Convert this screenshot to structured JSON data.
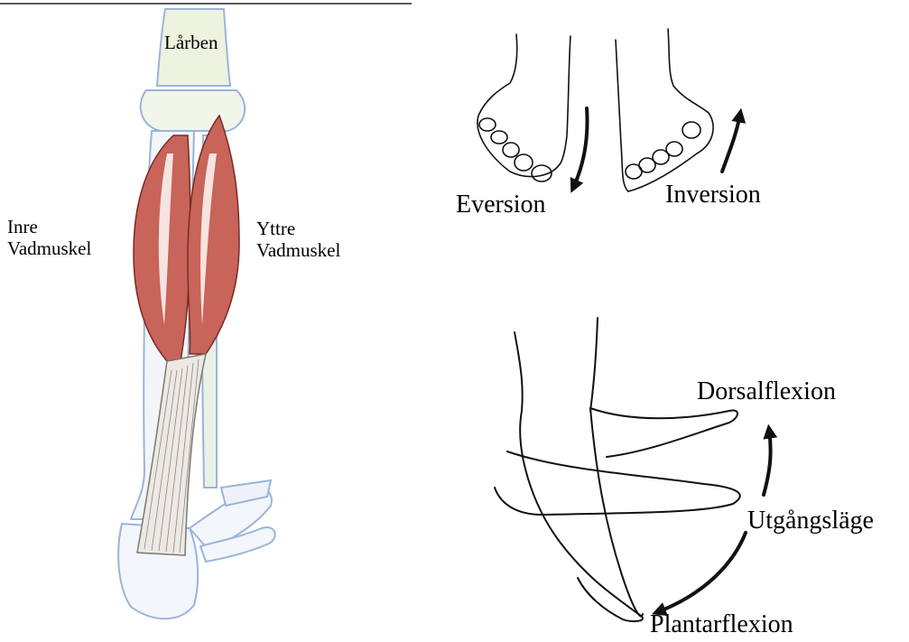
{
  "leg_diagram": {
    "labels": {
      "thigh": "Lårben",
      "inner_calf_line1": "Inre",
      "inner_calf_line2": "Vadmuskel",
      "outer_calf_line1": "Yttre",
      "outer_calf_line2": "Vadmuskel"
    },
    "colors": {
      "bone_outline": "#9ab4dc",
      "muscle": "#c8645a",
      "tendon": "#b8b2aa"
    }
  },
  "foot_rotation_diagram": {
    "labels": {
      "eversion": "Eversion",
      "inversion": "Inversion"
    }
  },
  "ankle_flexion_diagram": {
    "labels": {
      "dorsal": "Dorsalflexion",
      "neutral": "Utgångsläge",
      "plantar": "Plantarflexion"
    }
  }
}
